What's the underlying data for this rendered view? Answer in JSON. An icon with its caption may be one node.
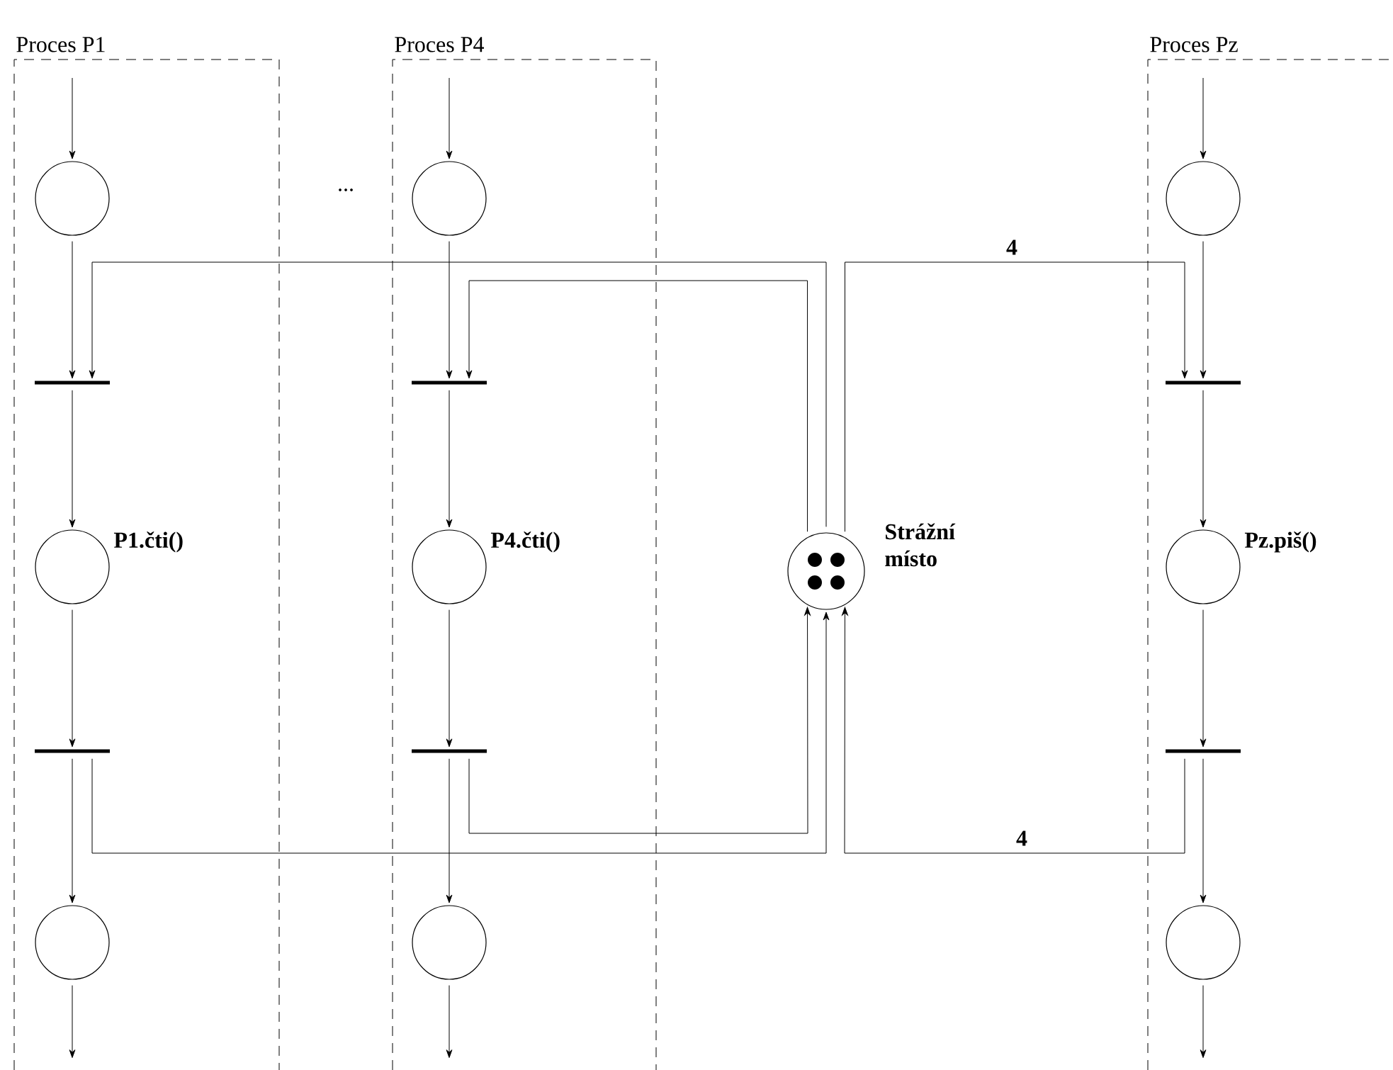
{
  "diagram": {
    "nodes": [
      {
        "text": [
          "Proces P1"
        ]
      },
      {
        "text": [],
        "shape": "circle",
        "in": 0
      },
      {
        "text": [],
        "shape": "bar",
        "in": 0
      },
      {
        "text": [],
        "shape": "circle",
        "in": 0,
        "beside": [
          "P1.čti()"
        ]
      },
      {
        "text": [],
        "shape": "bar",
        "in": 0
      },
      {
        "text": [],
        "shape": "circle",
        "in": 0
      },
      {
        "text": [
          "Proces P4"
        ]
      },
      {
        "text": [],
        "shape": "circle",
        "in": 6
      },
      {
        "text": [],
        "shape": "bar",
        "in": 6
      },
      {
        "text": [],
        "shape": "circle",
        "in": 6,
        "beside": [
          "P4.čti()"
        ]
      },
      {
        "text": [],
        "shape": "bar",
        "in": 6
      },
      {
        "text": [],
        "shape": "circle",
        "in": 6
      },
      {
        "text": [
          "Proces Pz"
        ]
      },
      {
        "text": [],
        "shape": "circle",
        "in": 12
      },
      {
        "text": [],
        "shape": "bar",
        "in": 12
      },
      {
        "text": [],
        "shape": "circle",
        "in": 12,
        "beside": [
          "Pz.piš()"
        ]
      },
      {
        "text": [],
        "shape": "bar",
        "in": 12
      },
      {
        "text": [],
        "shape": "circle",
        "in": 12
      },
      {
        "text": [],
        "shape": "circle",
        "beside": [
          "Strážní místo"
        ]
      }
    ],
    "edges": [
      {
        "from": null,
        "to": 1,
        "arrow": "to"
      },
      {
        "from": 1,
        "to": 2,
        "arrow": "to"
      },
      {
        "from": 2,
        "to": 3,
        "arrow": "to"
      },
      {
        "from": 3,
        "to": 4,
        "arrow": "to"
      },
      {
        "from": 4,
        "to": 5,
        "arrow": "to"
      },
      {
        "from": 5,
        "to": null,
        "arrow": "to"
      },
      {
        "from": null,
        "to": 7,
        "arrow": "to"
      },
      {
        "from": 7,
        "to": 8,
        "arrow": "to"
      },
      {
        "from": 8,
        "to": 9,
        "arrow": "to"
      },
      {
        "from": 9,
        "to": 10,
        "arrow": "to"
      },
      {
        "from": 10,
        "to": 11,
        "arrow": "to"
      },
      {
        "from": 11,
        "to": null,
        "arrow": "to"
      },
      {
        "from": null,
        "to": 13,
        "arrow": "to"
      },
      {
        "from": 13,
        "to": 14,
        "arrow": "to"
      },
      {
        "from": 14,
        "to": 15,
        "arrow": "to"
      },
      {
        "from": 15,
        "to": 16,
        "arrow": "to"
      },
      {
        "from": 16,
        "to": 17,
        "arrow": "to"
      },
      {
        "from": 17,
        "to": null,
        "arrow": "to"
      },
      {
        "from": 18,
        "to": 2,
        "arrow": "to"
      },
      {
        "from": 18,
        "to": 8,
        "arrow": "to"
      },
      {
        "from": 18,
        "to": 14,
        "arrow": "to",
        "label": "4"
      },
      {
        "from": 4,
        "to": 18,
        "arrow": "to"
      },
      {
        "from": 10,
        "to": 18,
        "arrow": "to"
      },
      {
        "from": 16,
        "to": 18,
        "arrow": "to",
        "label": "4"
      }
    ],
    "labels": [
      "..."
    ]
  }
}
